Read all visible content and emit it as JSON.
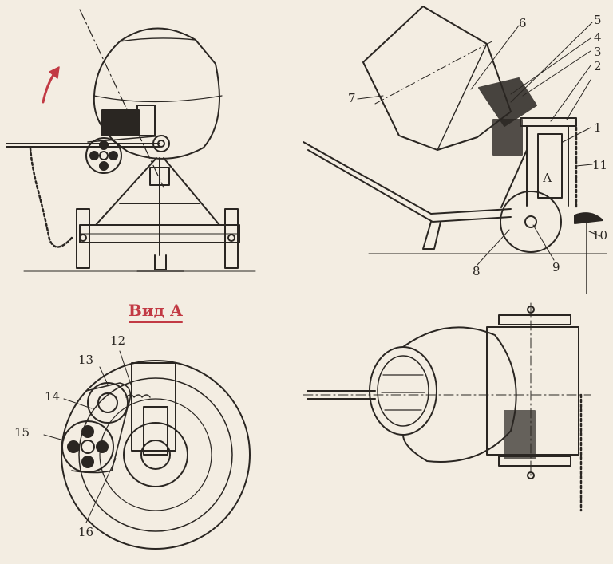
{
  "colors": {
    "paper": "#f3ede2",
    "ink": "#2a2622",
    "accent_red": "#c23a44"
  },
  "view_caption": "Вид А",
  "callouts": {
    "c1": "1",
    "c2": "2",
    "c3": "3",
    "c4": "4",
    "c5": "5",
    "c6": "6",
    "c7": "7",
    "c8": "8",
    "c9": "9",
    "c10": "10",
    "c11": "11",
    "c12": "12",
    "c13": "13",
    "c14": "14",
    "c15": "15",
    "c16": "16",
    "cA": "А"
  }
}
